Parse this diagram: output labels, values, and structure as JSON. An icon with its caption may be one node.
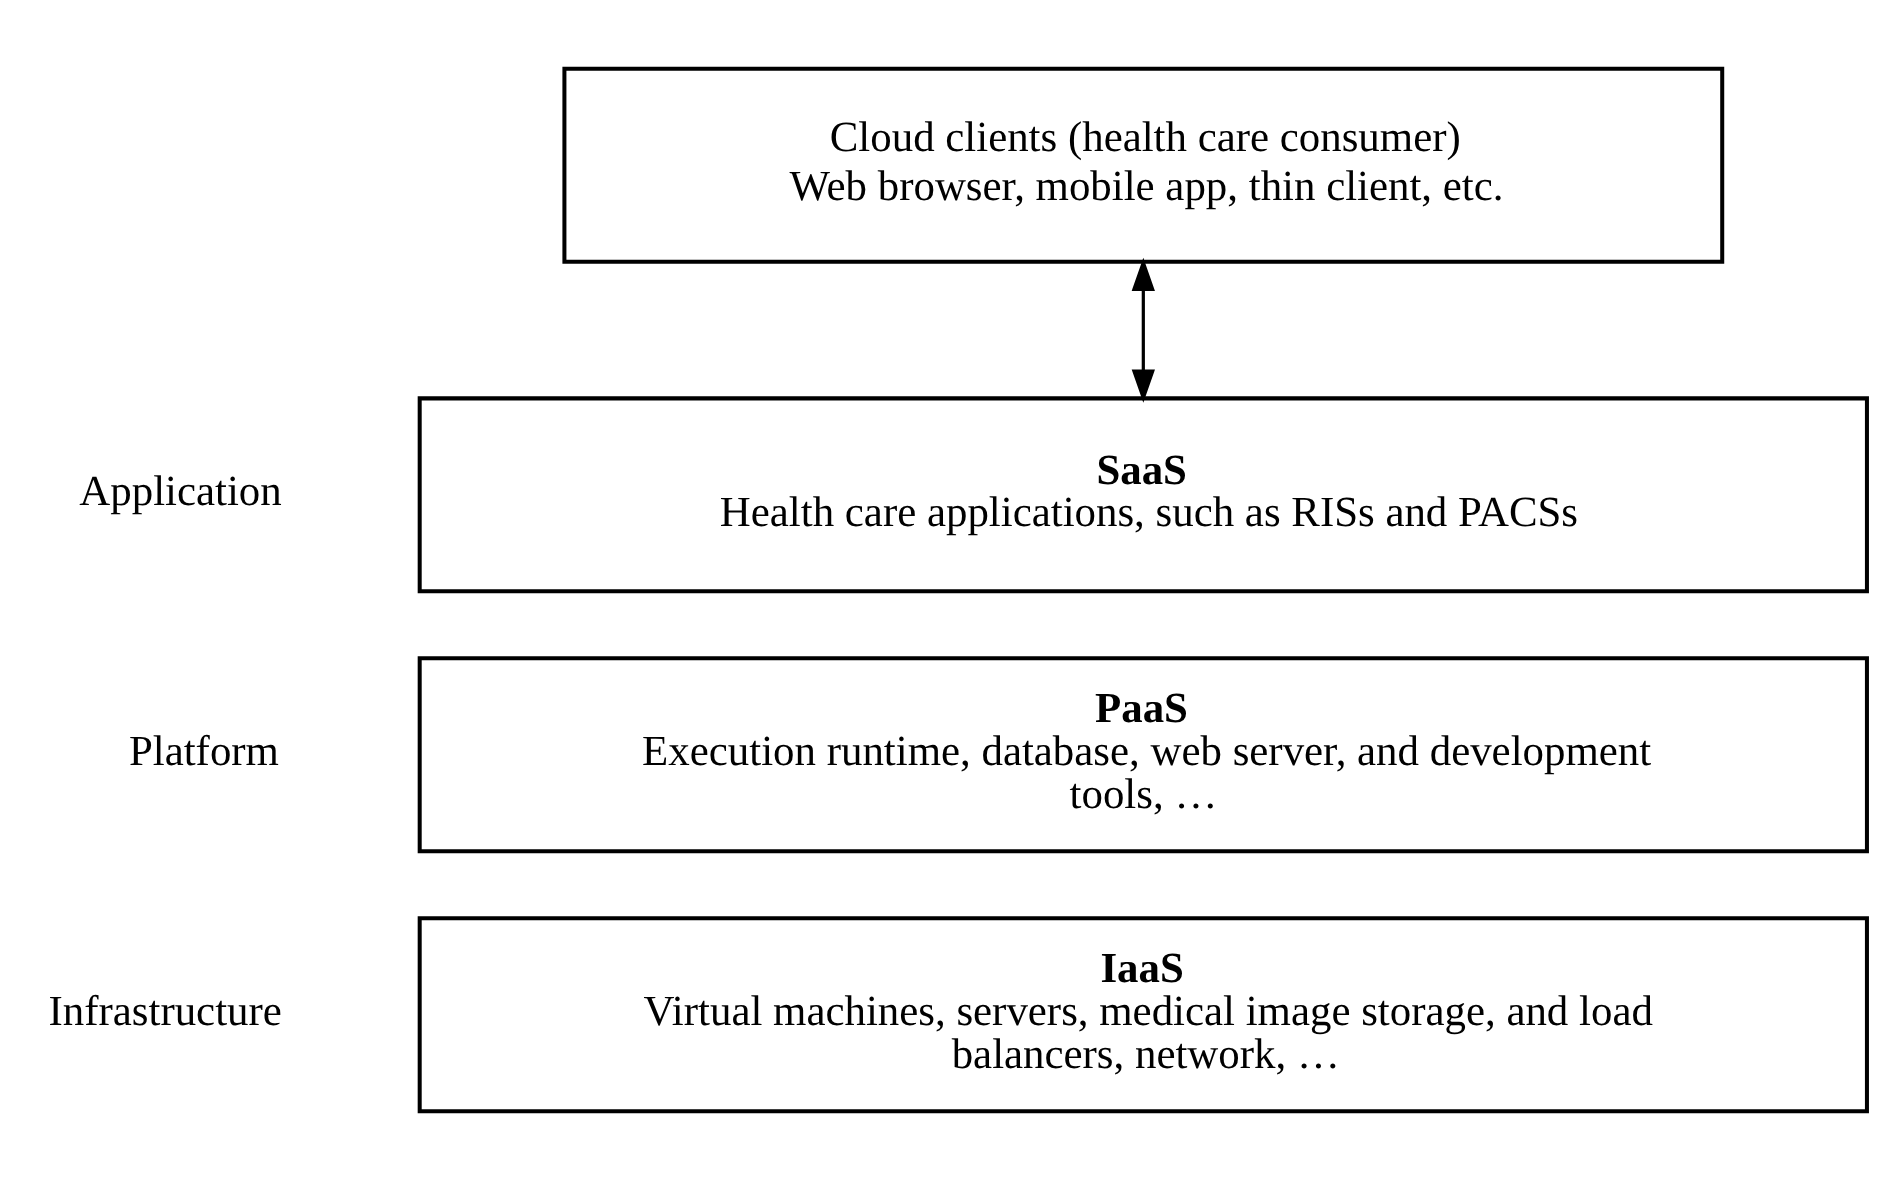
{
  "diagram": {
    "nodes": [
      {
        "text": [
          "Cloud clients (health care consumer)",
          "Web browser, mobile app, thin client, etc."
        ]
      },
      {
        "text": [
          "SaaS",
          "Health care applications, such as RISs and PACSs"
        ],
        "beside": [
          "Application"
        ]
      },
      {
        "text": [
          "PaaS",
          "Execution runtime, database, web server, and development tools, …"
        ],
        "beside": [
          "Platform"
        ]
      },
      {
        "text": [
          "IaaS",
          "Virtual machines, servers, medical image storage, and load balancers, network, …"
        ],
        "beside": [
          "Infrastructure"
        ]
      }
    ],
    "edges": [
      {
        "from": 0,
        "to": 1,
        "arrow": "both"
      }
    ]
  }
}
